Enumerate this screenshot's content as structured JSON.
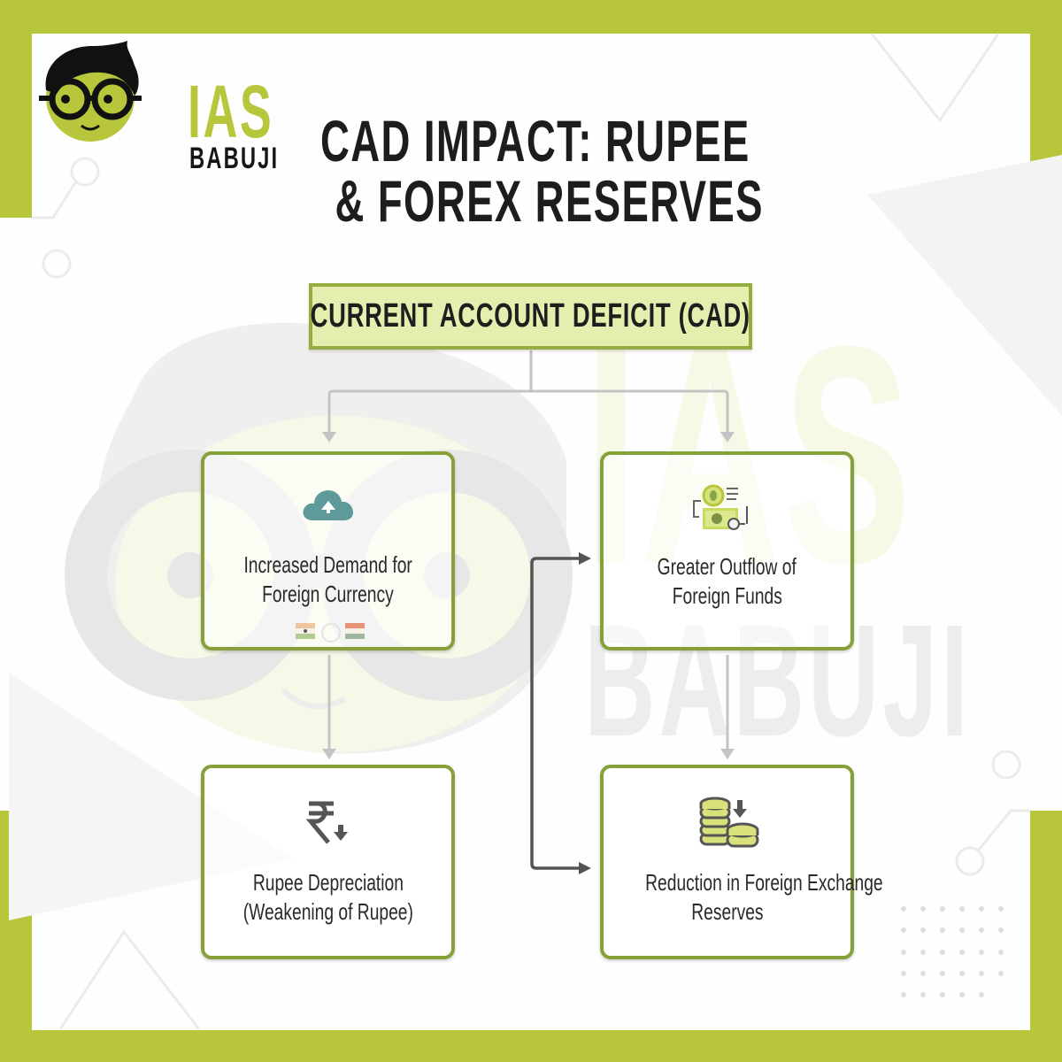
{
  "brand": {
    "name_line1": "IAS",
    "name_line2": "BABUJI",
    "logo_icon": "cartoon-boy-with-glasses-icon",
    "watermark_line1": "IAS",
    "watermark_line2": "BABUJI"
  },
  "title": {
    "line1": "CAD IMPACT: RUPEE",
    "line2": "& FOREX RESERVES"
  },
  "root": {
    "label": "CURRENT ACCOUNT DEFICIT (CAD)"
  },
  "nodes": [
    {
      "id": "increased-demand",
      "line1": "Increased Demand for",
      "line2": "Foreign Currency",
      "icon": "cloud-upload-icon",
      "sub_icon": "currency-exchange-flags-icon"
    },
    {
      "id": "greater-outflow",
      "line1": "Greater Outflow of",
      "line2": "Foreign Funds",
      "icon": "money-outflow-icon"
    },
    {
      "id": "rupee-depreciation",
      "line1": "Rupee Depreciation",
      "line2": "(Weakening of Rupee)",
      "icon": "rupee-down-icon"
    },
    {
      "id": "forex-reduction",
      "line1": "Reduction in Foreign Exchange",
      "line2": "Reserves",
      "icon": "coins-down-icon"
    }
  ],
  "edges": [
    {
      "from": "CURRENT ACCOUNT DEFICIT (CAD)",
      "to": "Increased Demand for Foreign Currency"
    },
    {
      "from": "CURRENT ACCOUNT DEFICIT (CAD)",
      "to": "Greater Outflow of Foreign Funds"
    },
    {
      "from": "Increased Demand for Foreign Currency",
      "to": "Rupee Depreciation (Weakening of Rupee)"
    },
    {
      "from": "Greater Outflow of Foreign Funds",
      "to": "Reduction in Foreign Exchange Reserves"
    },
    {
      "from": "bracket-connector",
      "to": "Greater Outflow of Foreign Funds"
    },
    {
      "from": "bracket-connector",
      "to": "Reduction in Foreign Exchange Reserves"
    }
  ],
  "colors": {
    "brand_green": "#b7c63a",
    "node_border": "#86a13a",
    "root_fill": "#e6eeaf",
    "root_border": "#94ad3e",
    "text_dark": "#1d1d1d",
    "connector_light": "#c4c4c4",
    "connector_dark": "#505550"
  }
}
